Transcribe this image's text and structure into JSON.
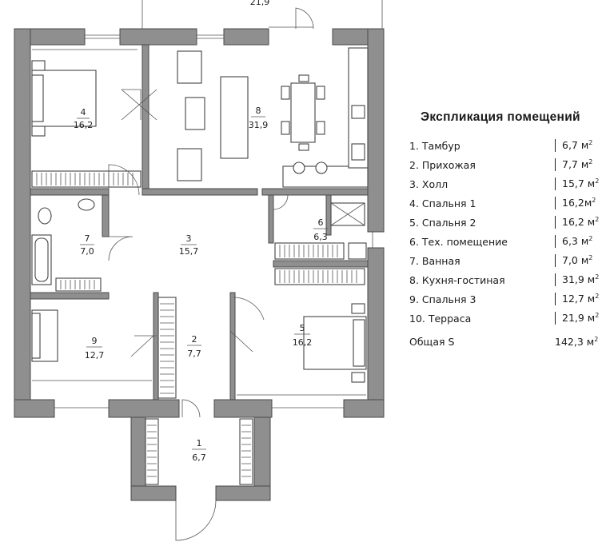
{
  "plan": {
    "top_label": "21,9",
    "rooms": [
      {
        "id": "1",
        "area": "6,7"
      },
      {
        "id": "2",
        "area": "7,7"
      },
      {
        "id": "3",
        "area": "15,7"
      },
      {
        "id": "4",
        "area": "16,2"
      },
      {
        "id": "5",
        "area": "16,2"
      },
      {
        "id": "6",
        "area": "6,3"
      },
      {
        "id": "7",
        "area": "7,0"
      },
      {
        "id": "8",
        "area": "31,9"
      },
      {
        "id": "9",
        "area": "12,7"
      }
    ]
  },
  "legend": {
    "title": "Экспликация помещений",
    "rows": [
      {
        "name": "1. Тамбур",
        "value": "6,7 м",
        "sup": "2"
      },
      {
        "name": "2. Прихожая",
        "value": "7,7 м",
        "sup": "2"
      },
      {
        "name": "3. Холл",
        "value": "15,7 м",
        "sup": "2"
      },
      {
        "name": "4. Спальня 1",
        "value": "16,2м",
        "sup": "2"
      },
      {
        "name": "5. Спальня 2",
        "value": "16,2 м",
        "sup": "2"
      },
      {
        "name": "6. Тех. помещение",
        "value": "6,3 м",
        "sup": "2"
      },
      {
        "name": "7. Ванная",
        "value": "7,0  м",
        "sup": "2"
      },
      {
        "name": "8. Кухня-гостиная",
        "value": "31,9 м",
        "sup": "2"
      },
      {
        "name": "9. Спальня 3",
        "value": "12,7 м",
        "sup": "2"
      },
      {
        "name": "10. Терраса",
        "value": "21,9 м",
        "sup": "2"
      }
    ],
    "total_label": "Общая S",
    "total_value": "142,3 м",
    "total_sup": "2"
  }
}
